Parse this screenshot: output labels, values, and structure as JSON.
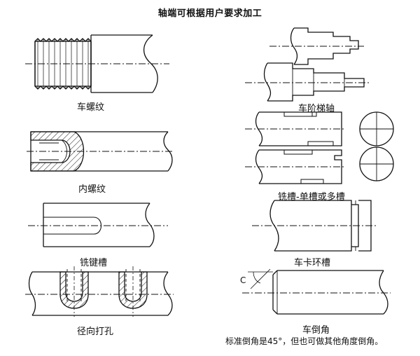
{
  "title": "轴端可根据用户要求加工",
  "captions": {
    "thread": "车螺纹",
    "step_shaft": "车阶梯轴",
    "internal_thread": "内螺纹",
    "milling_groove": "铣槽-单槽或多槽",
    "keyway": "铣键槽",
    "snap_ring_groove": "车卡环槽",
    "radial_hole": "径向打孔",
    "chamfer": "车倒角"
  },
  "chamfer_note": "标准倒角是45°，但也可做其他角度倒角。",
  "chamfer_symbol": "C"
}
